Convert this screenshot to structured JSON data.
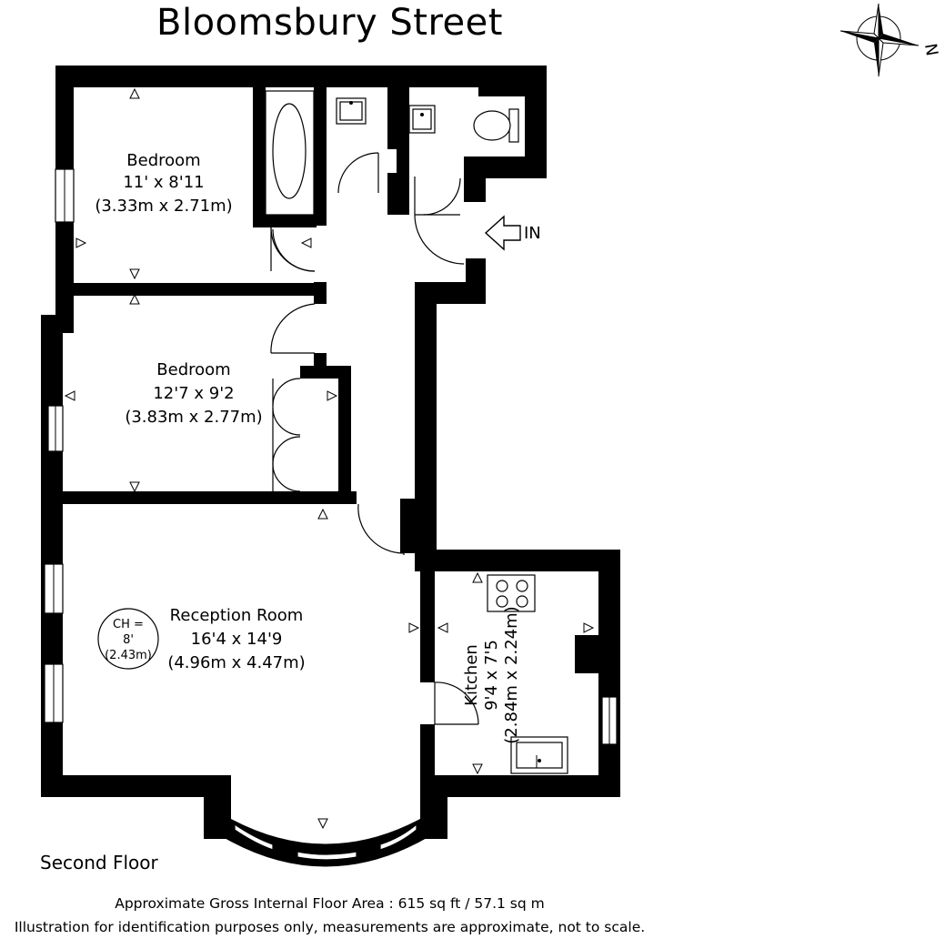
{
  "title": "Bloomsbury Street",
  "floor_label": "Second Floor",
  "area_note": "Approximate Gross Internal Floor Area : 615 sq ft / 57.1 sq m",
  "disclaimer": "Illustration for identification purposes only, measurements are approximate, not to scale.",
  "compass": {
    "label": "N"
  },
  "entrance_label": "IN",
  "ceiling_height": {
    "line1": "CH =",
    "line2": "8'",
    "line3": "(2.43m)"
  },
  "rooms": {
    "bedroom1": {
      "name": "Bedroom",
      "imperial": "11' x 8'11",
      "metric": "(3.33m x 2.71m)"
    },
    "bedroom2": {
      "name": "Bedroom",
      "imperial": "12'7 x 9'2",
      "metric": "(3.83m x 2.77m)"
    },
    "reception": {
      "name": "Reception Room",
      "imperial": "16'4 x 14'9",
      "metric": "(4.96m x 4.47m)"
    },
    "kitchen": {
      "name": "Kitchen",
      "imperial": "9'4 x 7'5",
      "metric": "(2.84m x 2.24m)"
    }
  }
}
